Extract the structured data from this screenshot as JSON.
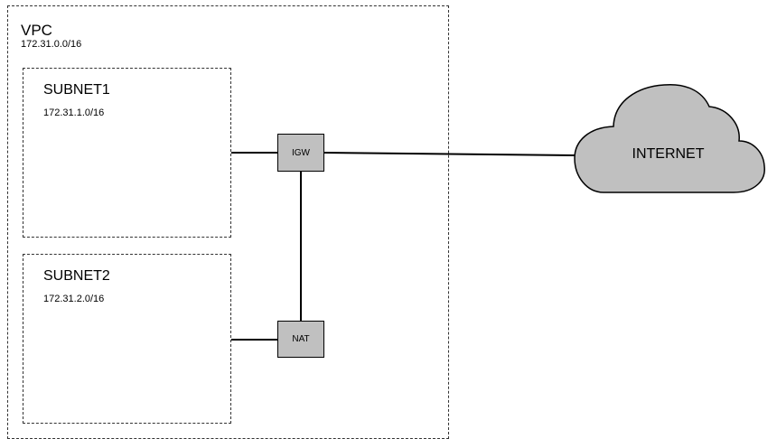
{
  "vpc": {
    "label": "VPC",
    "cidr": "172.31.0.0/16"
  },
  "subnets": [
    {
      "label": "SUBNET1",
      "cidr": "172.31.1.0/16"
    },
    {
      "label": "SUBNET2",
      "cidr": "172.31.2.0/16"
    }
  ],
  "nodes": {
    "igw": {
      "label": "IGW"
    },
    "nat": {
      "label": "NAT"
    }
  },
  "internet": {
    "label": "INTERNET"
  },
  "colors": {
    "node_fill": "#c0c0c0",
    "cloud_fill": "#c0c0c0",
    "line": "#000000",
    "dashed_border": "#333333"
  }
}
